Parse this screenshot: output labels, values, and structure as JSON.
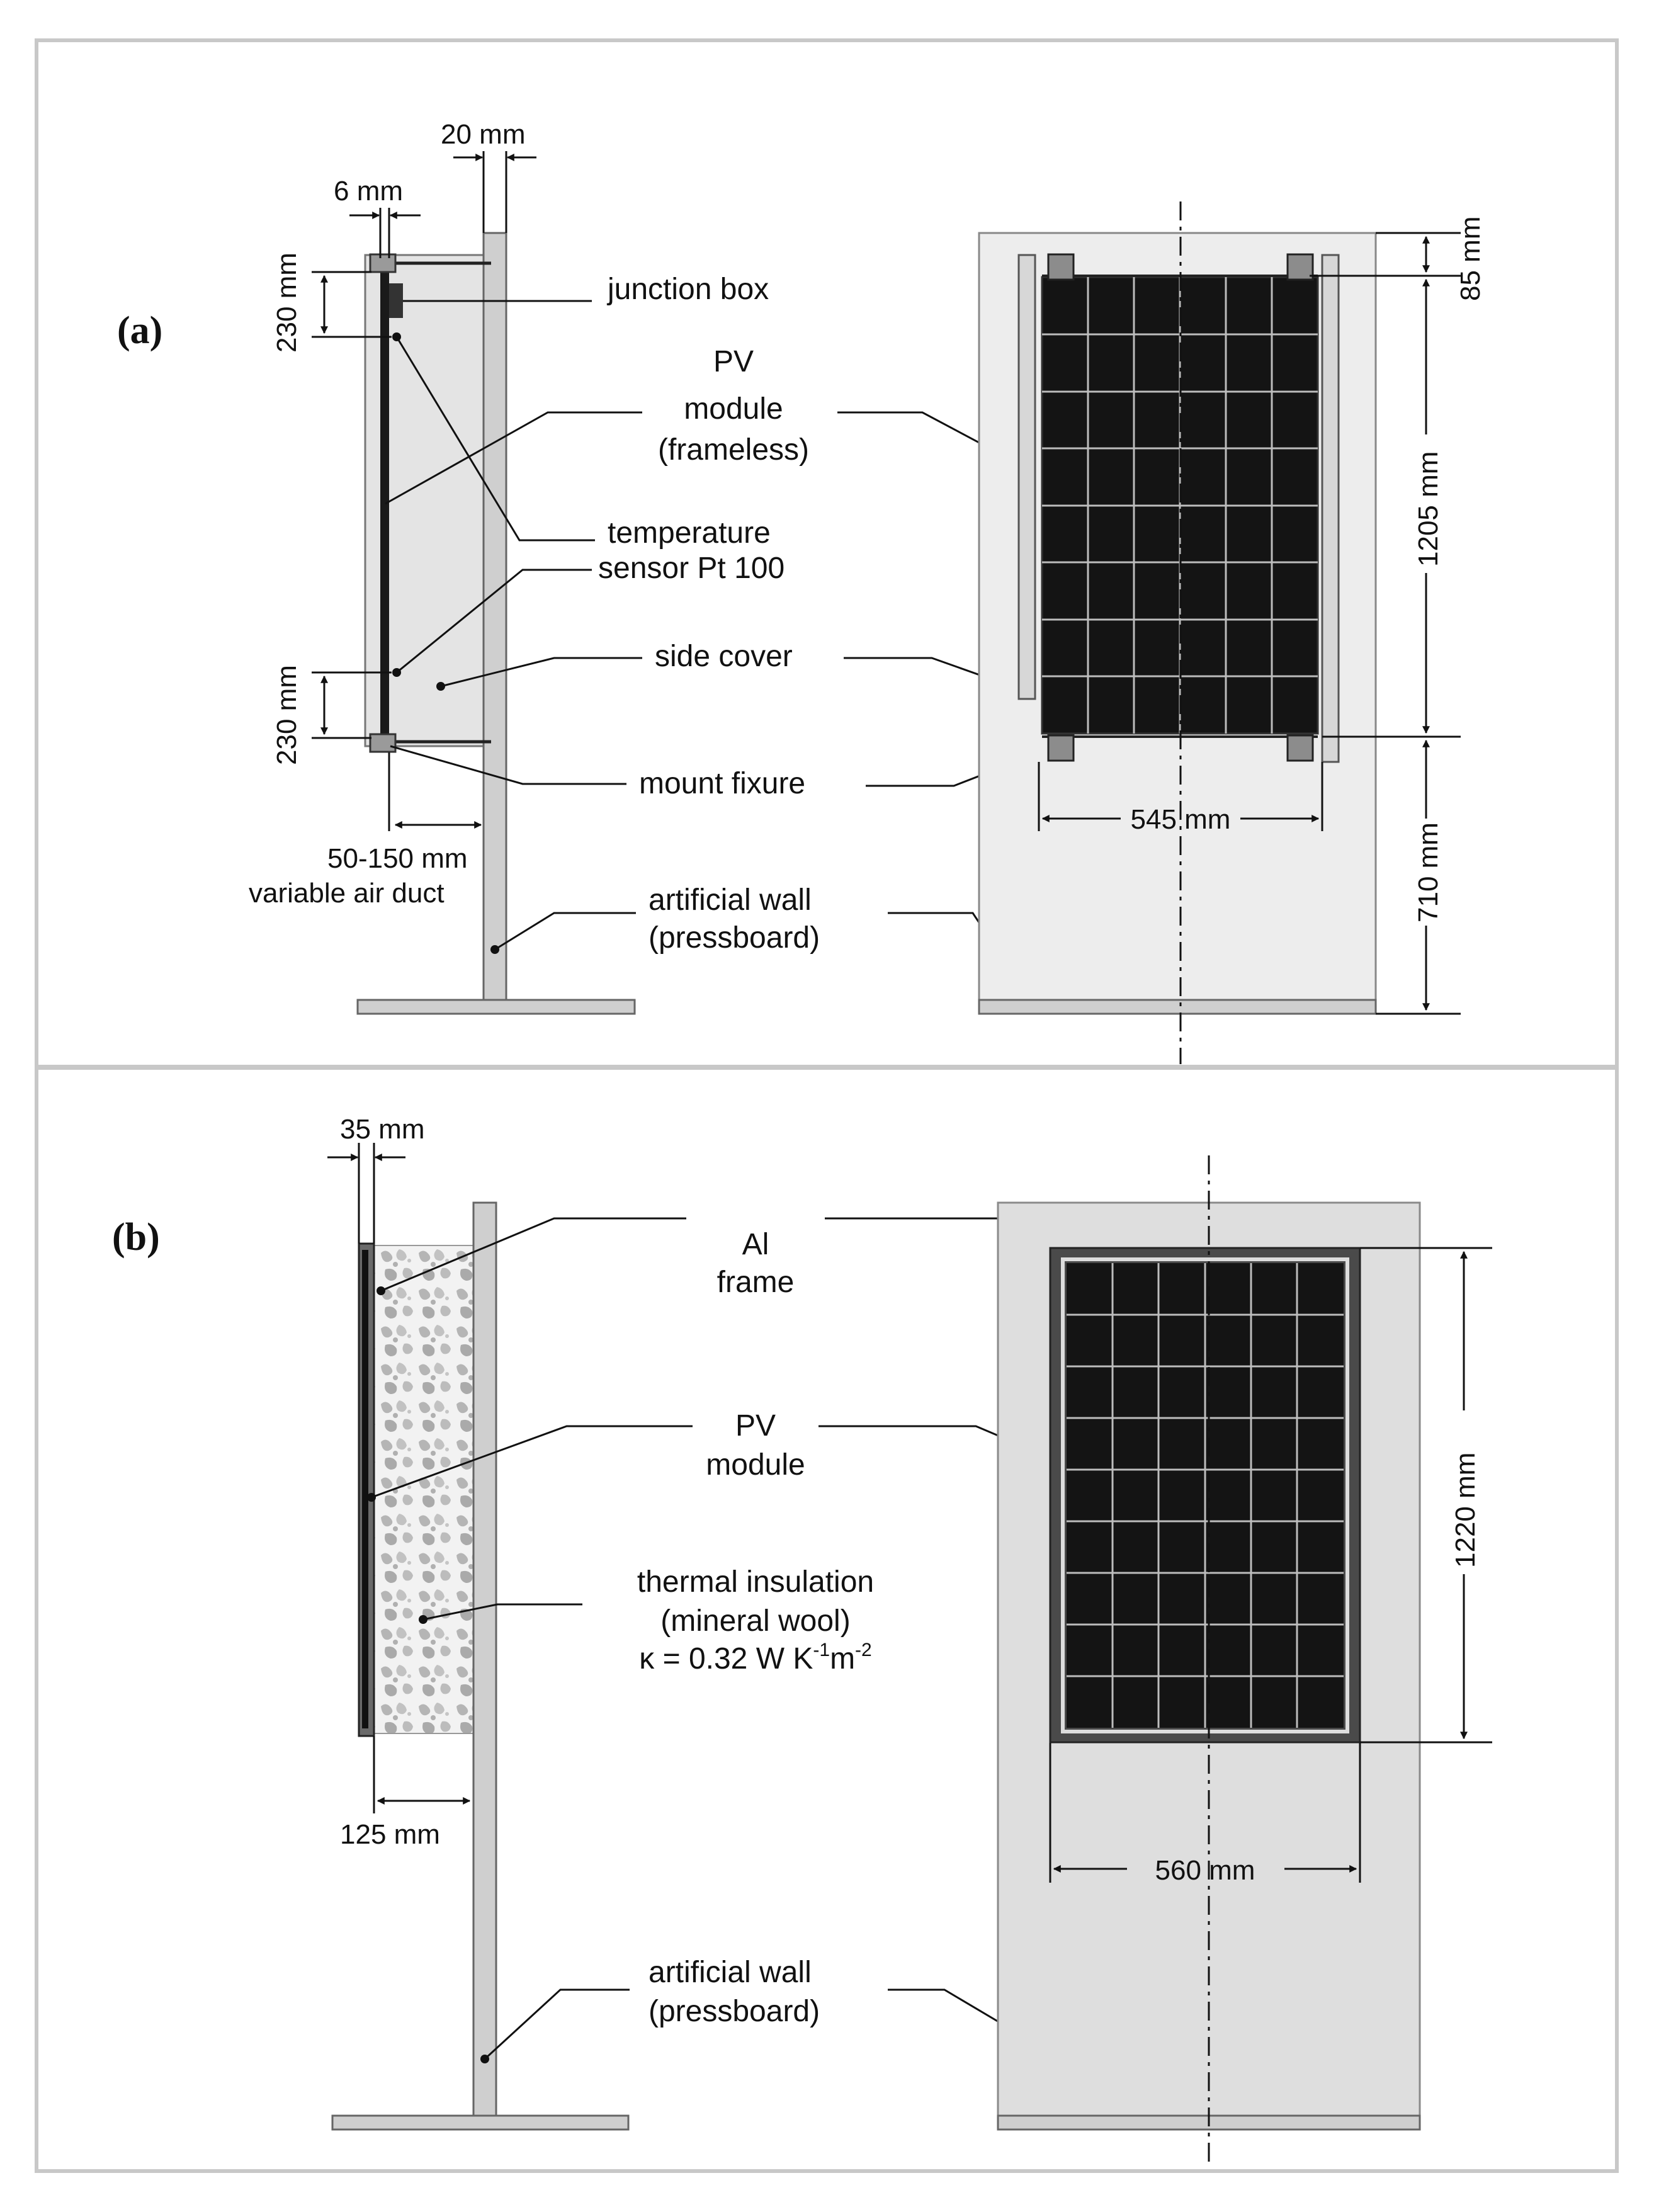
{
  "colors": {
    "border": "#c8c8c8",
    "pressboard": "#dcdcdc",
    "pressboard_edge": "#8a8a8a",
    "pv_cell": "#141414",
    "pv_grid": "#bdbdbd",
    "insulation": "#bfbfbf",
    "line": "#111111"
  },
  "panel_a": {
    "label": "(a)",
    "side_view": {
      "dim_gap": "6 mm",
      "dim_wall": "20 mm",
      "dim_top_sensor": "230 mm",
      "dim_bottom_sensor": "230 mm",
      "dim_air_duct": "50-150 mm",
      "dim_air_duct_caption": "variable air duct"
    },
    "labels": {
      "junction_box": "junction box",
      "pv_module_l1": "PV",
      "pv_module_l2": "module",
      "pv_module_l3": "(frameless)",
      "temp_sensor_l1": "temperature",
      "temp_sensor_l2": "sensor Pt 100",
      "side_cover": "side cover",
      "mount_fixture": "mount fixure",
      "wall_l1": "artificial wall",
      "wall_l2": "(pressboard)"
    },
    "front_view": {
      "dim_top": "85 mm",
      "dim_height": "1205 mm",
      "dim_bottom": "710 mm",
      "dim_width": "545 mm"
    }
  },
  "panel_b": {
    "label": "(b)",
    "side_view": {
      "dim_module": "35 mm",
      "dim_insulation": "125 mm"
    },
    "labels": {
      "al_frame_l1": "Al",
      "al_frame_l2": "frame",
      "pv_module_l1": "PV",
      "pv_module_l2": "module",
      "insulation_l1": "thermal insulation",
      "insulation_l2": "(mineral wool)",
      "insulation_l3_prefix": "κ = 0.32 W K",
      "insulation_l3_exp1": "-1",
      "insulation_l3_mid": "m",
      "insulation_l3_exp2": "-2",
      "wall_l1": "artificial wall",
      "wall_l2": "(pressboard)"
    },
    "front_view": {
      "dim_height": "1220 mm",
      "dim_width": "560 mm"
    }
  }
}
